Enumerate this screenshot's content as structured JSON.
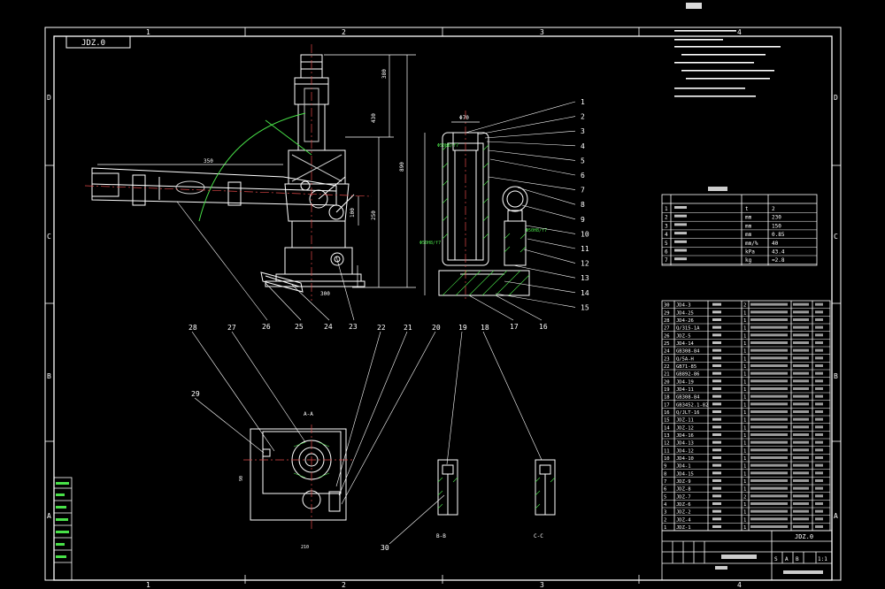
{
  "title_block": {
    "drawing_code": "JDZ.0",
    "code_box": "JDZ.0",
    "scale_cells": [
      "S",
      "A",
      "B",
      "1:1"
    ]
  },
  "zone_columns": [
    "1",
    "2",
    "3",
    "4"
  ],
  "zone_rows": [
    "D",
    "C",
    "B",
    "A"
  ],
  "dimensions": {
    "handle_len": "350",
    "upper_h": "380",
    "mid_h": "430",
    "total_h": "890",
    "overall_h": "250",
    "lower_h": "100",
    "base_w": "300",
    "bore": "Φ70",
    "bore_fit": "Φ50H8/f7",
    "section_A": "A-A",
    "section_B": "B-B",
    "section_C": "C-C",
    "plan_w": "210",
    "plan_h": "90"
  },
  "balloons": {
    "right": [
      "1",
      "2",
      "3",
      "4",
      "5",
      "6",
      "7",
      "8",
      "9",
      "10",
      "11",
      "12",
      "13",
      "14",
      "15"
    ],
    "bottom": [
      "16",
      "17"
    ],
    "left": [
      "23",
      "24",
      "25",
      "26"
    ],
    "top": [
      "28",
      "27",
      "22",
      "21",
      "20",
      "19",
      "18"
    ],
    "plan_side": "29",
    "plan_bottom": "30"
  },
  "tech_table": {
    "rows": [
      [
        "1",
        "",
        "t",
        "2"
      ],
      [
        "2",
        "",
        "mm",
        "230"
      ],
      [
        "3",
        "",
        "mm",
        "150"
      ],
      [
        "4",
        "",
        "mm",
        "0.85"
      ],
      [
        "5",
        "",
        "mm/%",
        "40"
      ],
      [
        "6",
        "",
        "kPa",
        "43.4"
      ],
      [
        "7",
        "",
        "kg",
        "≈2.8"
      ]
    ]
  },
  "parts_list": {
    "rows": [
      [
        "30",
        "JD4-3",
        "2"
      ],
      [
        "29",
        "JD4-25",
        "1"
      ],
      [
        "28",
        "JD4-26",
        "1"
      ],
      [
        "27",
        "Q/315-1A",
        "1"
      ],
      [
        "26",
        "JDZ-5",
        "1"
      ],
      [
        "25",
        "JD4-14",
        "1"
      ],
      [
        "24",
        "GB308-84",
        "1"
      ],
      [
        "23",
        "Q/5A-H",
        "1"
      ],
      [
        "22",
        "GB71-85",
        "1"
      ],
      [
        "21",
        "GB892-86",
        "1"
      ],
      [
        "20",
        "JD4-19",
        "1"
      ],
      [
        "19",
        "JD4-11",
        "1"
      ],
      [
        "18",
        "GB308-84",
        "1"
      ],
      [
        "17",
        "GB3452.1-82",
        "1"
      ],
      [
        "16",
        "Q/JLT-16",
        "1"
      ],
      [
        "15",
        "JDZ-11",
        "1"
      ],
      [
        "14",
        "JDZ-12",
        "1"
      ],
      [
        "13",
        "JD4-16",
        "1"
      ],
      [
        "12",
        "JD4-13",
        "1"
      ],
      [
        "11",
        "JD4-12",
        "1"
      ],
      [
        "10",
        "JD4-10",
        "1"
      ],
      [
        "9",
        "JD4-1",
        "1"
      ],
      [
        "8",
        "JD4-15",
        "1"
      ],
      [
        "7",
        "JDZ-9",
        "1"
      ],
      [
        "6",
        "JDZ-8",
        "1"
      ],
      [
        "5",
        "JDZ-7",
        "2"
      ],
      [
        "4",
        "JDZ-6",
        "1"
      ],
      [
        "3",
        "JDZ-2",
        "1"
      ],
      [
        "2",
        "JDZ-4",
        "1"
      ],
      [
        "1",
        "JDZ-1",
        "1"
      ]
    ]
  }
}
